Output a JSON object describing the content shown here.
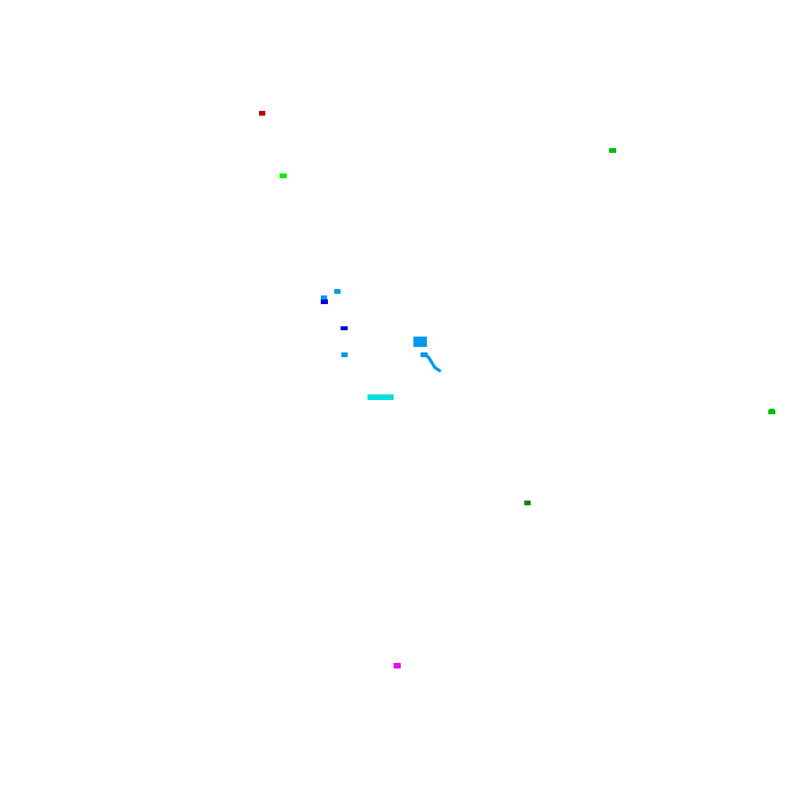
{
  "colors": {
    "red": "#c00000",
    "lime": "#00ee00",
    "green": "#00c000",
    "sky_blue": "#0099ee",
    "blue": "#0000dd",
    "cyan": "#00dddd",
    "dark_green": "#008800",
    "magenta": "#ee00ee",
    "background": "#ffffff"
  },
  "marks": [
    {
      "id": "m-red-1",
      "color": "red"
    },
    {
      "id": "m-lime-1",
      "color": "lime"
    },
    {
      "id": "m-green-1",
      "color": "green"
    },
    {
      "id": "m-sky-1",
      "color": "sky_blue"
    },
    {
      "id": "m-sky-2",
      "color": "sky_blue"
    },
    {
      "id": "m-blue-1",
      "color": "blue"
    },
    {
      "id": "m-blue-2",
      "color": "blue"
    },
    {
      "id": "m-sky-3",
      "color": "sky_blue"
    },
    {
      "id": "m-sky-4",
      "color": "sky_blue"
    },
    {
      "id": "m-sky-5",
      "color": "sky_blue"
    },
    {
      "id": "m-cyan-1",
      "color": "cyan"
    },
    {
      "id": "m-green-2",
      "color": "green"
    },
    {
      "id": "m-dkgreen-1",
      "color": "dark_green"
    },
    {
      "id": "m-magenta-1",
      "color": "magenta"
    }
  ],
  "stroke": {
    "color": "sky_blue"
  }
}
